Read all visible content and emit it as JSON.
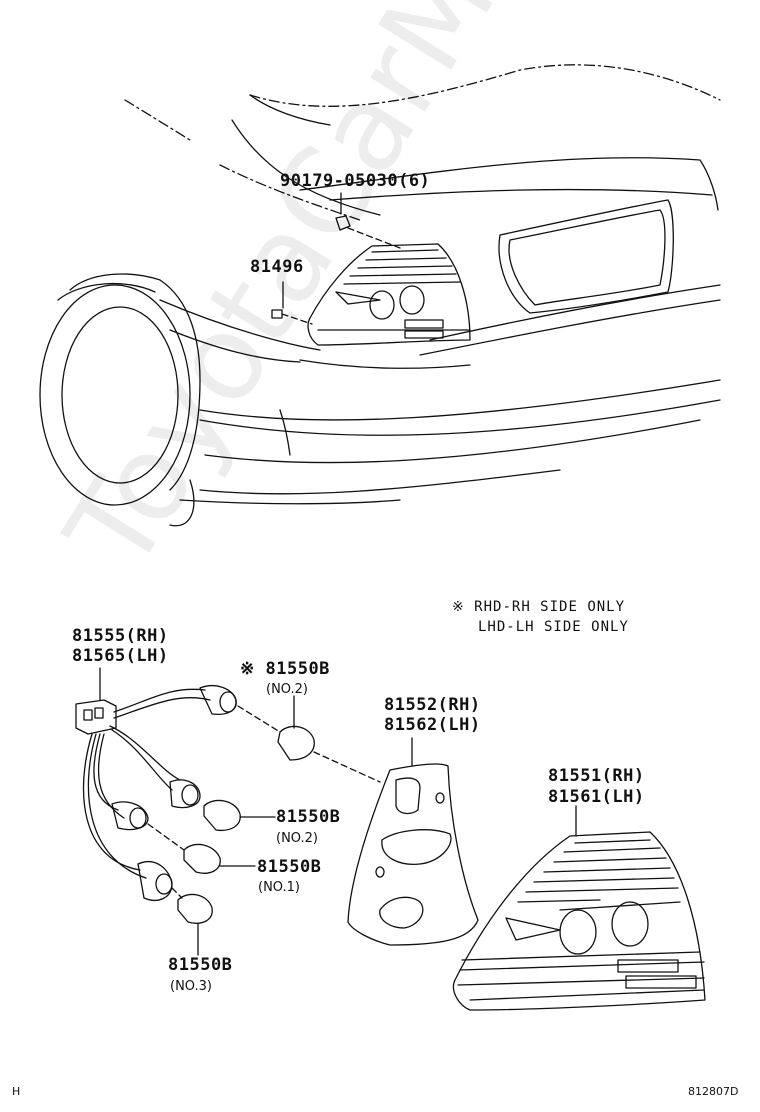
{
  "watermark": "ToyotaCarMiner.ru",
  "labels": {
    "bolt": "90179-05030(6)",
    "screw": "81496",
    "harness_rh": "81555(RH)",
    "harness_lh": "81565(LH)",
    "bulb_top": "81550B",
    "bulb_top_sub": "(NO.2)",
    "gasket_rh": "81552(RH)",
    "gasket_lh": "81562(LH)",
    "lamp_rh": "81551(RH)",
    "lamp_lh": "81561(LH)",
    "bulb_mid": "81550B",
    "bulb_mid_sub": "(NO.2)",
    "bulb_low": "81550B",
    "bulb_low_sub": "(NO.1)",
    "bulb_bottom": "81550B",
    "bulb_bottom_sub": "(NO.3)"
  },
  "note": {
    "mark": "※",
    "line1": "RHD-RH SIDE ONLY",
    "line2": "LHD-LH SIDE ONLY"
  },
  "corner": {
    "left": "H",
    "right": "812807D"
  }
}
